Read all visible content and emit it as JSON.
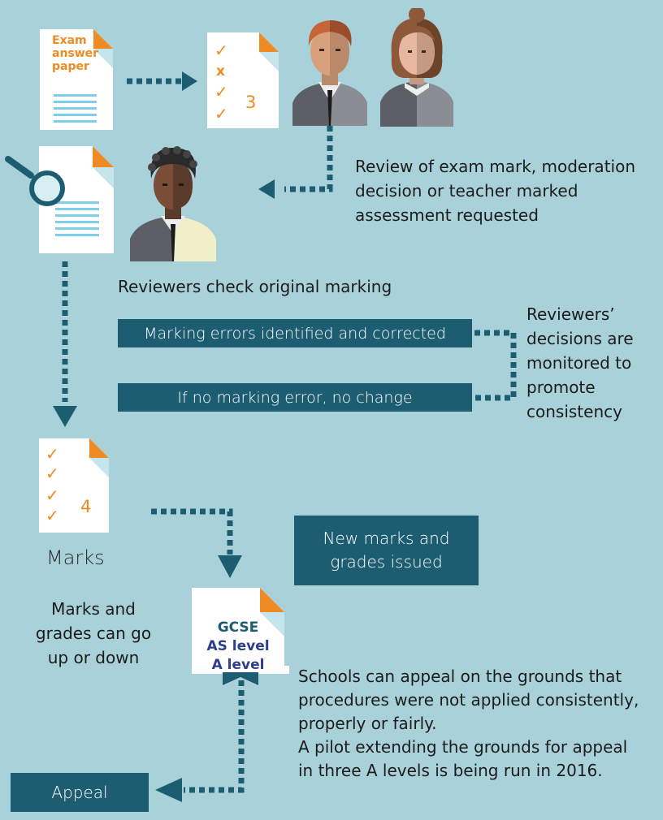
{
  "exam_paper": {
    "line1": "Exam",
    "line2": "answer",
    "line3": "paper"
  },
  "marked_paper": {
    "marks": [
      "✓",
      "x",
      "✓",
      "✓"
    ],
    "score": "3"
  },
  "review_request": {
    "lines": [
      "Review of exam mark, moderation",
      "decision or teacher marked",
      "assessment requested"
    ]
  },
  "reviewers_check": "Reviewers check original marking",
  "outcomes": {
    "errors": "Marking errors identified and corrected",
    "no_error": "If no marking error, no change"
  },
  "monitoring": {
    "lines": [
      "Reviewers’",
      "decisions are",
      "monitored to",
      "promote",
      "consistency"
    ]
  },
  "new_marks_paper": {
    "marks": [
      "✓",
      "✓",
      "✓",
      "✓"
    ],
    "score": "4"
  },
  "marks_label": "Marks",
  "new_marks_box": {
    "lines": [
      "New marks and",
      "grades issued"
    ]
  },
  "up_down": {
    "lines": [
      "Marks and",
      "grades can go",
      "up or down"
    ]
  },
  "certificate": {
    "line1": "GCSE",
    "line2": "AS level",
    "line3": "A level"
  },
  "appeal_grounds": {
    "lines": [
      "Schools can appeal on the grounds that",
      "procedures were not applied consistently,",
      "properly or fairly.",
      "A pilot extending the grounds for appeal",
      "in three A levels is being run in 2016."
    ]
  },
  "appeal_box": "Appeal",
  "colors": {
    "background": "#a9d1d9",
    "dark_teal": "#1c5d72",
    "orange": "#ef8b22",
    "navy": "#2c3e8c"
  }
}
